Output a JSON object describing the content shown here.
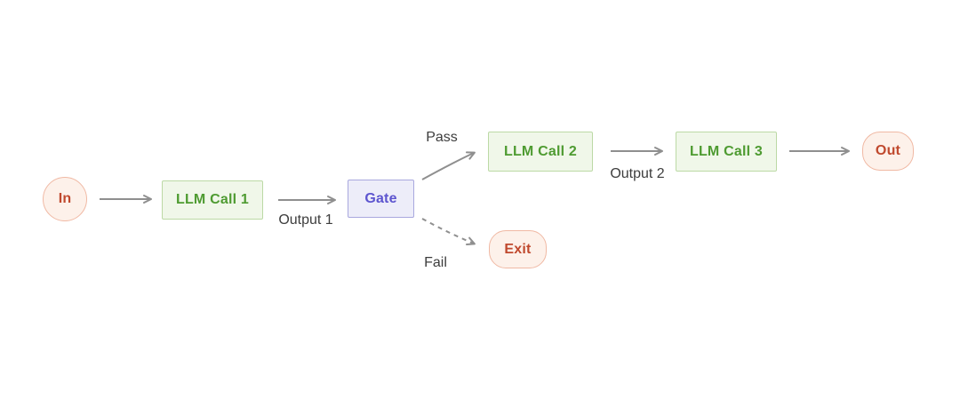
{
  "diagram": {
    "type": "flowchart",
    "pattern": "prompt-chaining-with-gate",
    "nodes": {
      "in": {
        "label": "In",
        "shape": "circle",
        "kind": "terminal"
      },
      "llm1": {
        "label": "LLM Call 1",
        "shape": "rect",
        "kind": "process"
      },
      "gate": {
        "label": "Gate",
        "shape": "rect",
        "kind": "decision"
      },
      "llm2": {
        "label": "LLM Call 2",
        "shape": "rect",
        "kind": "process"
      },
      "llm3": {
        "label": "LLM Call 3",
        "shape": "rect",
        "kind": "process"
      },
      "out": {
        "label": "Out",
        "shape": "pill",
        "kind": "terminal"
      },
      "exit": {
        "label": "Exit",
        "shape": "pill",
        "kind": "terminal"
      }
    },
    "edge_labels": {
      "output1": "Output 1",
      "output2": "Output 2",
      "pass": "Pass",
      "fail": "Fail"
    },
    "edges": [
      {
        "from": "in",
        "to": "llm1",
        "style": "solid",
        "label": ""
      },
      {
        "from": "llm1",
        "to": "gate",
        "style": "solid",
        "label": "Output 1"
      },
      {
        "from": "gate",
        "to": "llm2",
        "style": "solid",
        "label": "Pass"
      },
      {
        "from": "gate",
        "to": "exit",
        "style": "dashed",
        "label": "Fail"
      },
      {
        "from": "llm2",
        "to": "llm3",
        "style": "solid",
        "label": "Output 2"
      },
      {
        "from": "llm3",
        "to": "out",
        "style": "solid",
        "label": ""
      }
    ],
    "colors": {
      "background": "#ffffff",
      "terminal_fill": "#fdf1ea",
      "terminal_border": "#f0b9a4",
      "terminal_text": "#c0492e",
      "process_fill": "#f0f7e9",
      "process_border": "#bcd9a5",
      "process_text": "#4e9b31",
      "decision_fill": "#ededf9",
      "decision_border": "#a9a8de",
      "decision_text": "#5d55cf",
      "edge_stroke": "#8f8f8f",
      "edge_label_text": "#3d3d3d"
    }
  }
}
